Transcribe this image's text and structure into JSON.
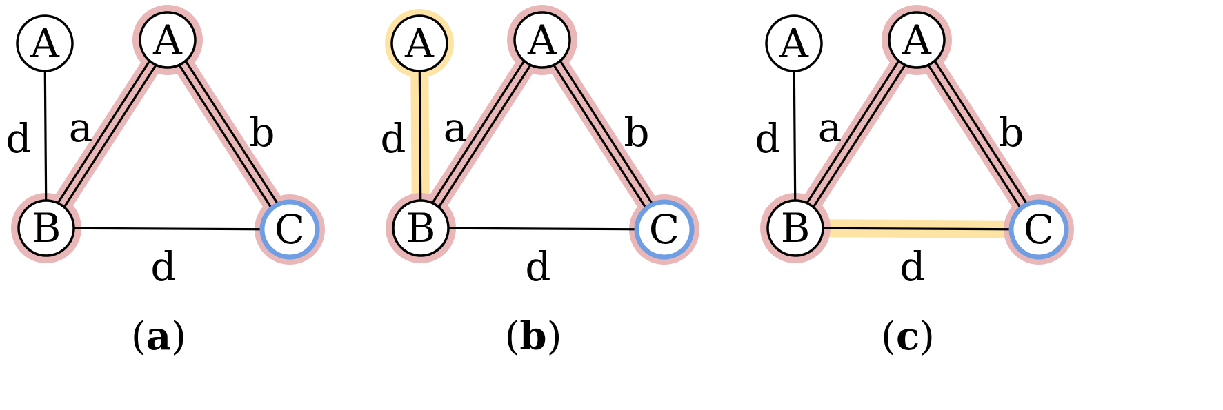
{
  "colors": {
    "path_highlight": "#e9b7b8",
    "cycle_edge_highlight": "#fde3a4",
    "start_node_ring": "#6f9ee3",
    "line": "#000000",
    "node_fill": "#ffffff"
  },
  "panels": [
    {
      "id": "a",
      "caption": {
        "open": "(",
        "letter": "a",
        "close": ")"
      },
      "nodes": {
        "top_left": "A",
        "top": "A",
        "bottom_left": "B",
        "bottom_right": "C"
      },
      "edges": {
        "left": "d",
        "diag_left": "a",
        "diag_right": "b",
        "bottom": "d"
      },
      "highlight": {
        "path": [
          "top-to-B",
          "top-to-C"
        ],
        "extra_edge": null,
        "extra_node": null,
        "start_node": "C"
      }
    },
    {
      "id": "b",
      "caption": {
        "open": "(",
        "letter": "b",
        "close": ")"
      },
      "nodes": {
        "top_left": "A",
        "top": "A",
        "bottom_left": "B",
        "bottom_right": "C"
      },
      "edges": {
        "left": "d",
        "diag_left": "a",
        "diag_right": "b",
        "bottom": "d"
      },
      "highlight": {
        "path": [
          "top-to-B",
          "top-to-C"
        ],
        "extra_edge": "left",
        "extra_node": "top_left",
        "start_node": "C"
      }
    },
    {
      "id": "c",
      "caption": {
        "open": "(",
        "letter": "c",
        "close": ")"
      },
      "nodes": {
        "top_left": "A",
        "top": "A",
        "bottom_left": "B",
        "bottom_right": "C"
      },
      "edges": {
        "left": "d",
        "diag_left": "a",
        "diag_right": "b",
        "bottom": "d"
      },
      "highlight": {
        "path": [
          "top-to-B",
          "top-to-C"
        ],
        "extra_edge": "bottom",
        "extra_node": null,
        "start_node": "C"
      }
    }
  ]
}
